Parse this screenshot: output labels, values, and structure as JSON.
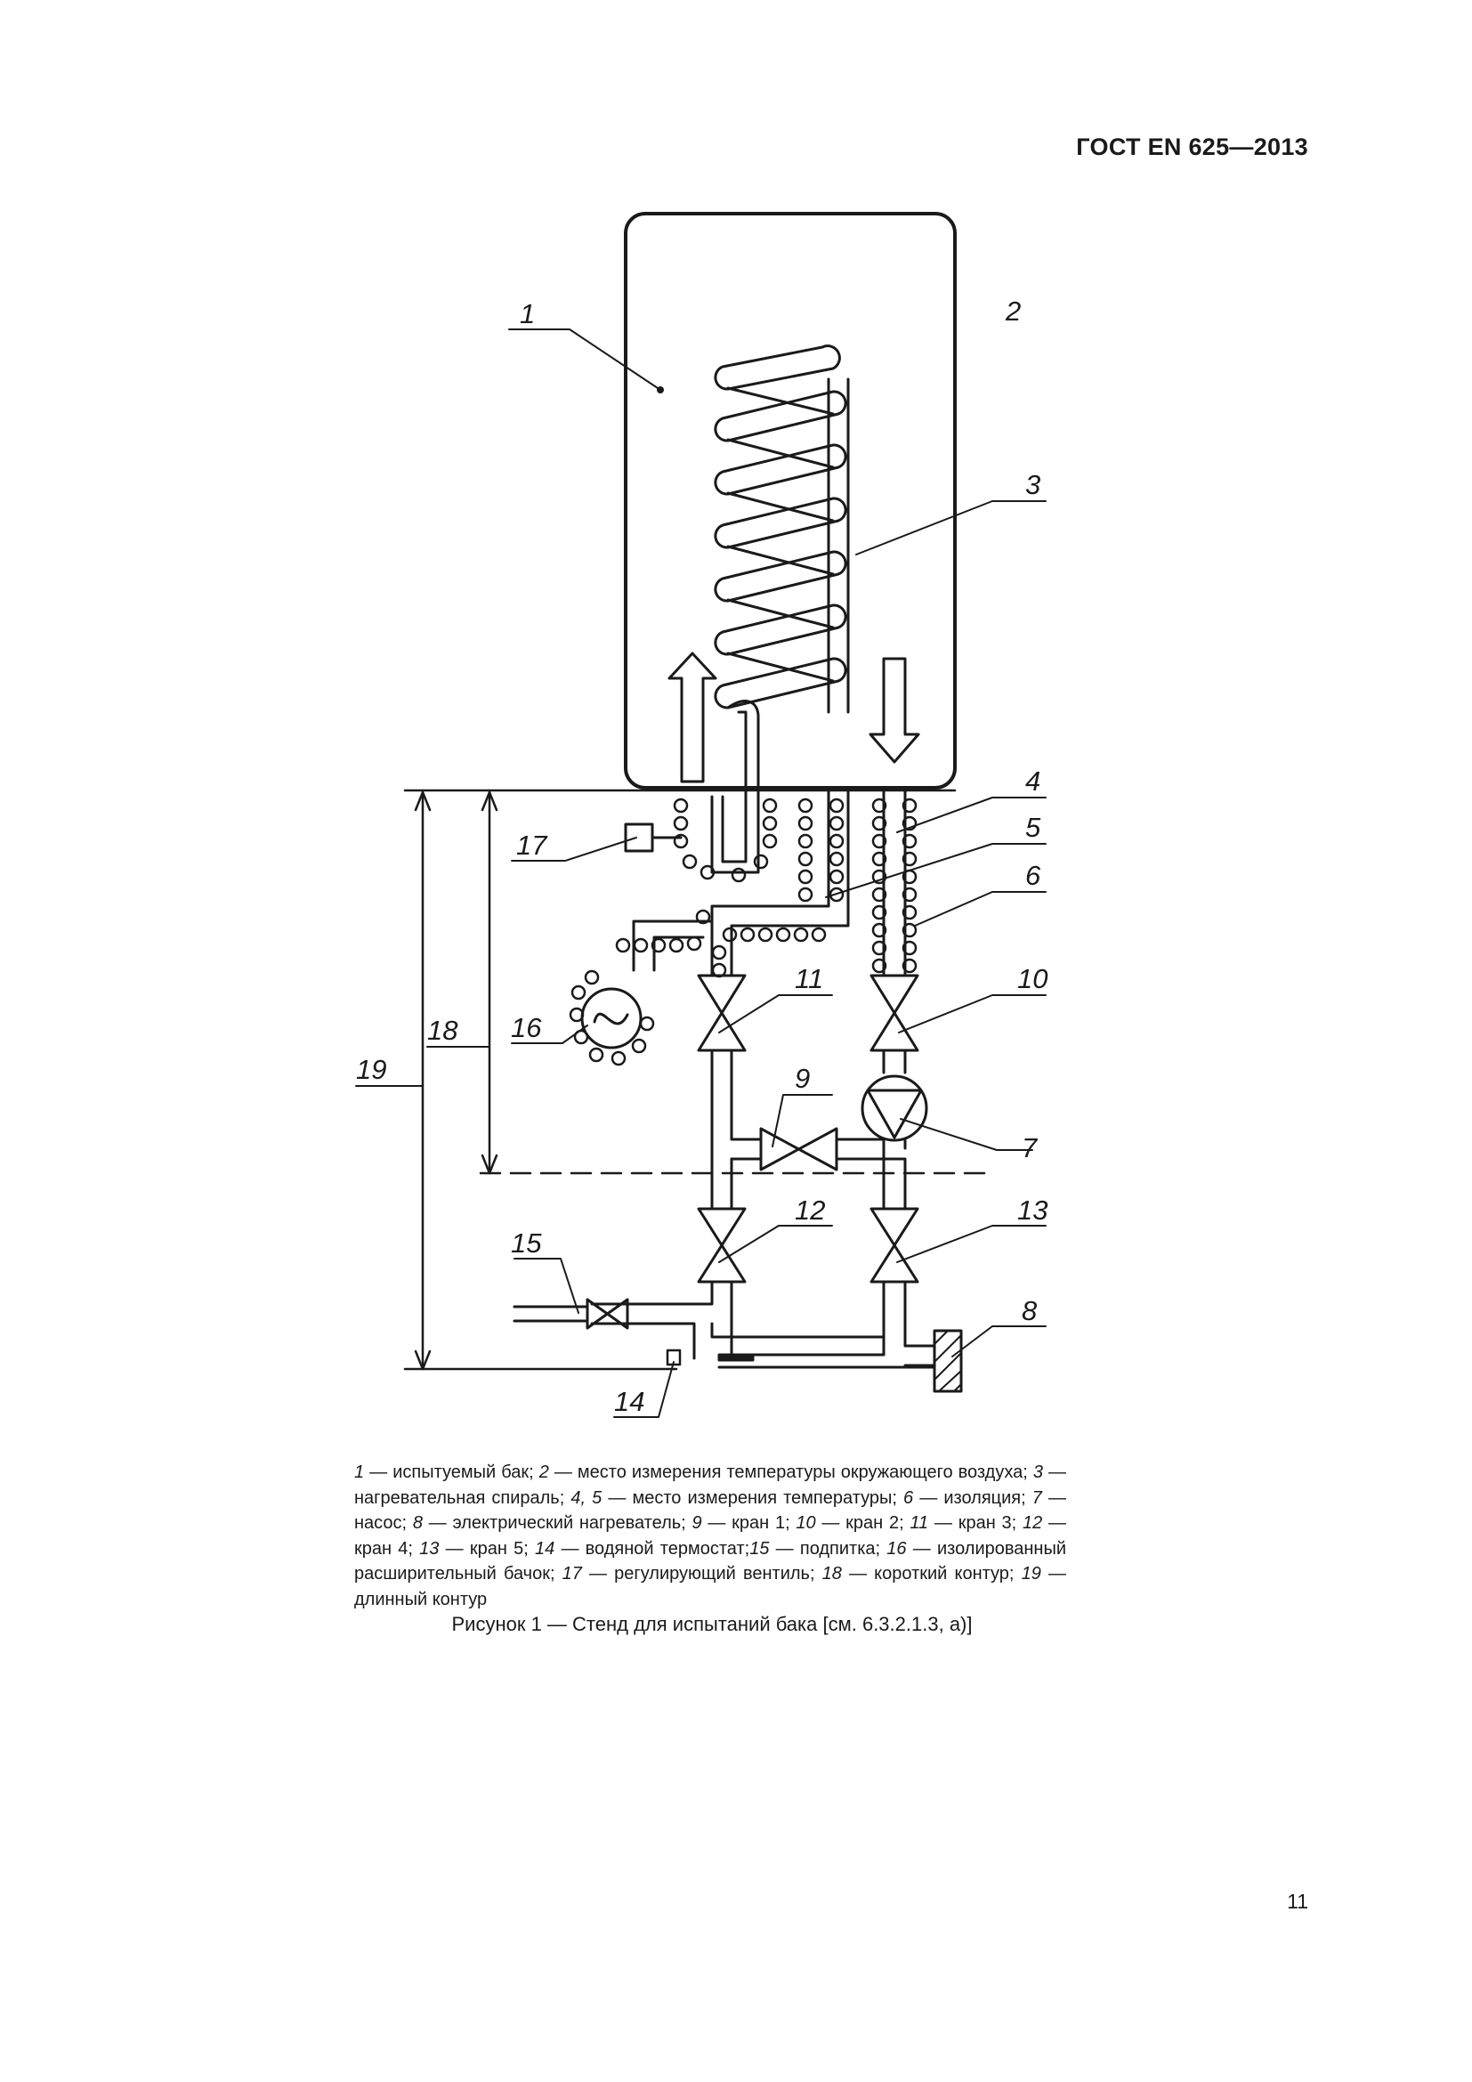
{
  "header": {
    "standard": "ГОСТ EN 625—2013"
  },
  "figure": {
    "callouts": {
      "c1": "1",
      "c2": "2",
      "c3": "3",
      "c4": "4",
      "c5": "5",
      "c6": "6",
      "c7": "7",
      "c8": "8",
      "c9": "9",
      "c10": "10",
      "c11": "11",
      "c12": "12",
      "c13": "13",
      "c14": "14",
      "c15": "15",
      "c16": "16",
      "c17": "17",
      "c18": "18",
      "c19": "19"
    },
    "legend": [
      {
        "num": "1",
        "text": " — испытуемый бак; "
      },
      {
        "num": "2",
        "text": " — место измерения температуры окружающего воздуха; "
      },
      {
        "num": "3",
        "text": " — нагревательная спираль; "
      },
      {
        "num": "4, 5",
        "text": " — место измерения температуры; "
      },
      {
        "num": "6",
        "text": " — изоляция; "
      },
      {
        "num": "7",
        "text": " — насос; "
      },
      {
        "num": "8",
        "text": " — электрический нагреватель; "
      },
      {
        "num": "9",
        "text": " — кран 1; "
      },
      {
        "num": "10",
        "text": " — кран 2; "
      },
      {
        "num": "11",
        "text": " — кран 3; "
      },
      {
        "num": "12",
        "text": " — кран 4; "
      },
      {
        "num": "13",
        "text": " — кран 5; "
      },
      {
        "num": "14",
        "text": " — водяной термостат;"
      },
      {
        "num": "15",
        "text": " — подпитка; "
      },
      {
        "num": "16",
        "text": " — изолированный расширительный бачок; "
      },
      {
        "num": "17",
        "text": " — регулирующий вентиль; "
      },
      {
        "num": "18",
        "text": " — короткий контур; "
      },
      {
        "num": "19",
        "text": " — длинный контур"
      }
    ],
    "caption": "Рисунок 1 — Стенд для испытаний бака [см. 6.3.2.1.3, а)]"
  },
  "page": {
    "number": "11"
  }
}
